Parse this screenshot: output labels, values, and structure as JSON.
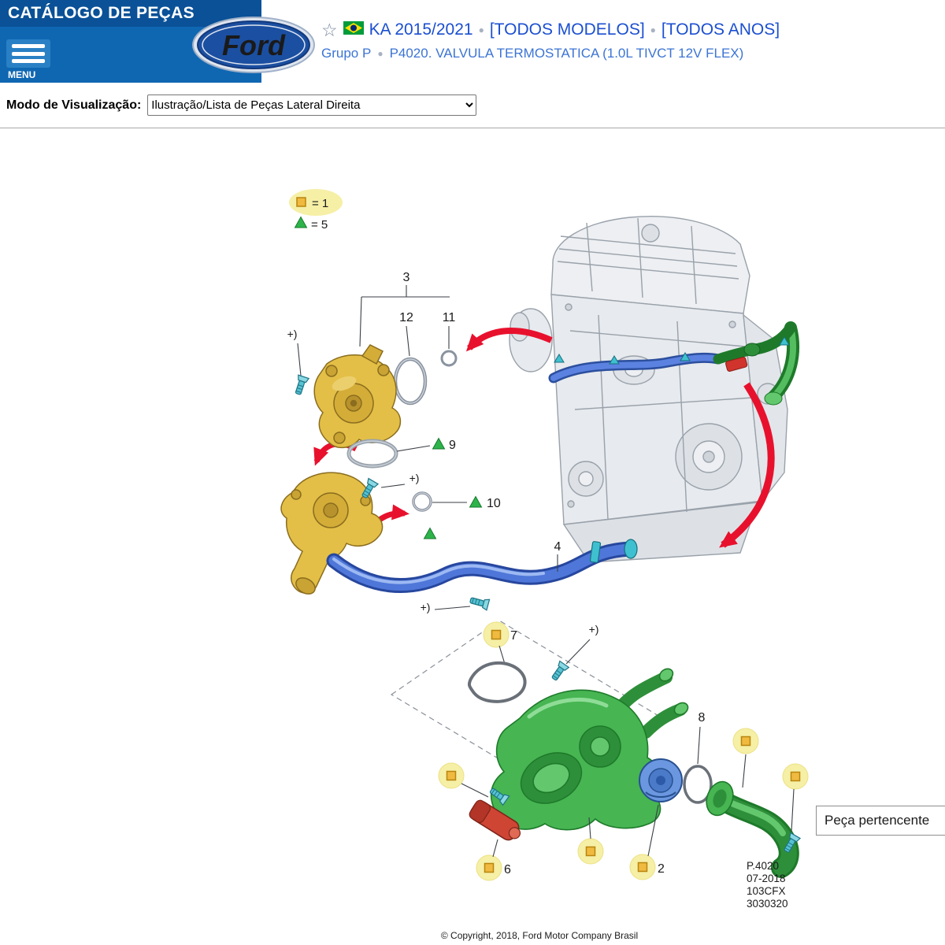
{
  "header": {
    "title": "CATÁLOGO DE PEÇAS",
    "menu_label": "MENU",
    "brand": "Ford",
    "vehicle": "KA 2015/2021",
    "models": "[TODOS MODELOS]",
    "years": "[TODOS ANOS]",
    "group": "Grupo P",
    "part_title": "P4020. VALVULA TERMOSTATICA (1.0L TIVCT 12V FLEX)"
  },
  "icons": {
    "star": "☆",
    "bullet": "●"
  },
  "view_mode": {
    "label": "Modo de Visualização:",
    "selected_option": "Ilustração/Lista de Peças Lateral Direita"
  },
  "diagram": {
    "legend": {
      "square_eq": "= 1",
      "triangle_eq": "= 5"
    },
    "plus_mark": "+)",
    "callouts": {
      "n2": "2",
      "n3": "3",
      "n4": "4",
      "n6": "6",
      "n7": "7",
      "n8": "8",
      "n9": "9",
      "n10": "10",
      "n11": "11",
      "n12": "12"
    },
    "tooltip": "Peça pertencente",
    "plate": {
      "l1": "P.4020",
      "l2": "07-2018",
      "l3": "103CFX",
      "l4": "3030320"
    },
    "copyright": "© Copyright, 2018, Ford Motor Company Brasil"
  },
  "colors": {
    "header_blue": "#0f67b2",
    "header_blue_dark": "#0a5197",
    "link_blue": "#1b4fd0",
    "subtitle_blue": "#3c74d4",
    "part_yellow": "#e3bf47",
    "part_green": "#46b552",
    "part_blue": "#6b97e0",
    "arrow_red": "#e8112d",
    "bolt_teal": "#56c2d2",
    "badge_yellow": "#f6efa6"
  }
}
